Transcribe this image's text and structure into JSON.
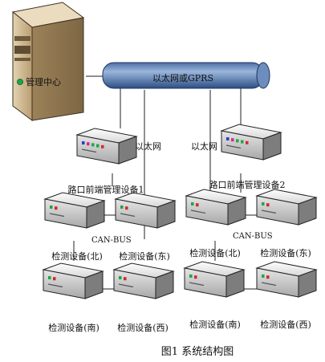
{
  "server": {
    "label": "管理中心"
  },
  "backbone": {
    "label": "以太网或GPRS"
  },
  "links": {
    "left": "以太网",
    "right": "以太网"
  },
  "gateways": [
    {
      "label": "路口前端管理设备1"
    },
    {
      "label": "路口前端管理设备2"
    }
  ],
  "buses": [
    {
      "label": "CAN-BUS"
    },
    {
      "label": "CAN-BUS"
    }
  ],
  "devices": [
    {
      "label": "检测设备(北)"
    },
    {
      "label": "检测设备(东)"
    },
    {
      "label": "检测设备(南)"
    },
    {
      "label": "检测设备(西)"
    },
    {
      "label": "检测设备(北)"
    },
    {
      "label": "检测设备(东)"
    },
    {
      "label": "检测设备(南)"
    },
    {
      "label": "检测设备(西)"
    }
  ],
  "caption": "图1  系统结构图"
}
